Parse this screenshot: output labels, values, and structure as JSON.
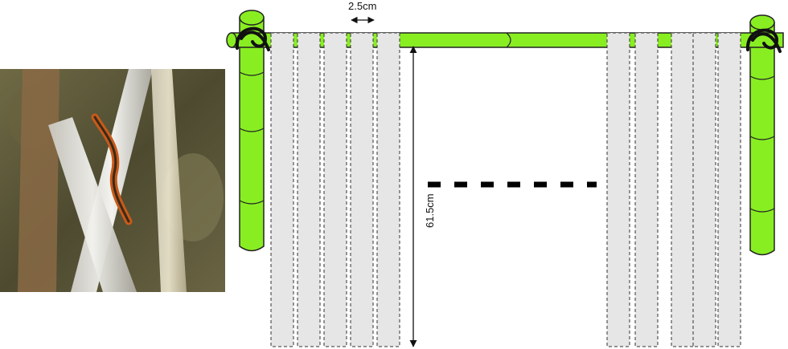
{
  "labels": {
    "strip_gap": "2.5cm",
    "strip_length": "61.5cm"
  },
  "colors": {
    "pole": "#88ee22",
    "pole_stroke": "#222222",
    "strip_fill": "#e6e6e6",
    "strip_stroke": "#333333",
    "clip": "#111111",
    "photo_water": "#5b5a3a"
  },
  "strips": {
    "left_group_count": 5,
    "right_group_count": 5
  },
  "icons": [
    "camera-photo",
    "clip-icon",
    "double-arrow-icon"
  ]
}
